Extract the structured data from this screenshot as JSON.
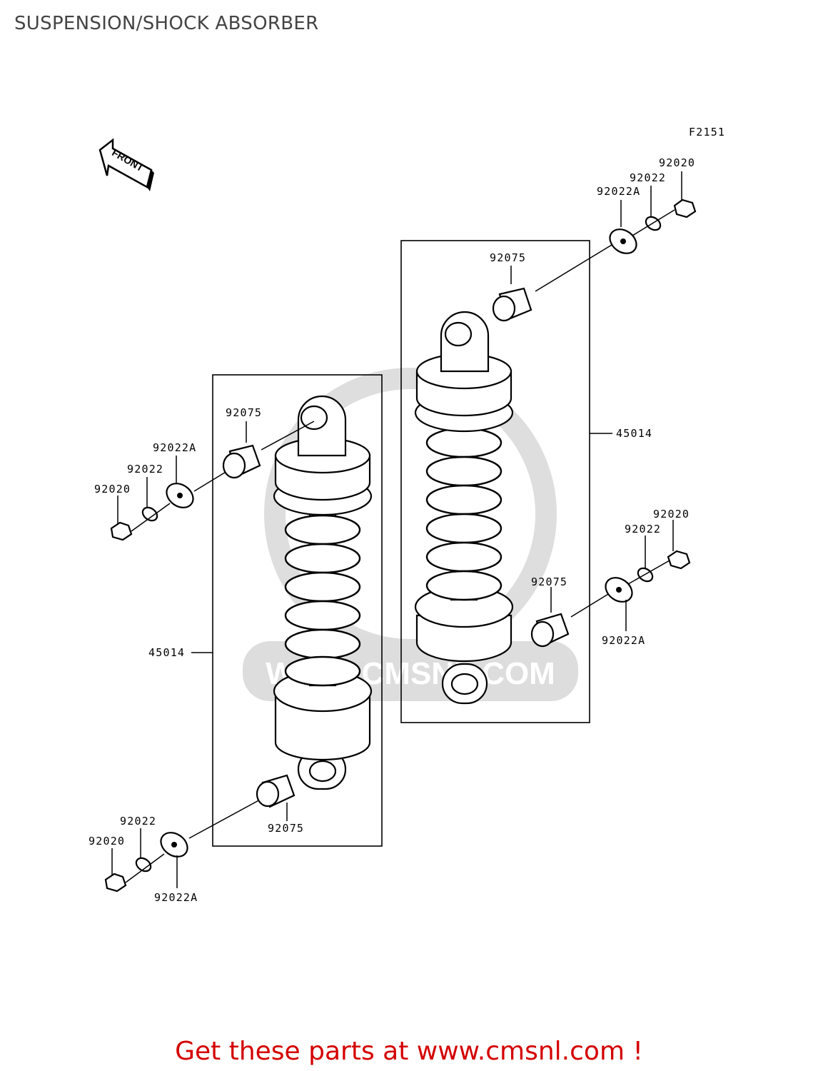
{
  "page": {
    "title": "SUSPENSION/SHOCK ABSORBER"
  },
  "diagram": {
    "figure_code": "F2151",
    "front_arrow_label": "FRONT",
    "watermark": "WWW.CMSNL.COM",
    "callouts": {
      "right_top_nut": "92020",
      "right_top_washer": "92022",
      "right_top_washer_a": "92022A",
      "right_top_bushing": "92075",
      "right_assembly": "45014",
      "right_bottom_nut": "92020",
      "right_bottom_washer": "92022",
      "right_bottom_bushing": "92075",
      "right_bottom_washer_a": "92022A",
      "left_top_bushing": "92075",
      "left_top_washer_a": "92022A",
      "left_top_washer": "92022",
      "left_top_nut": "92020",
      "left_assembly": "45014",
      "left_bottom_bushing": "92075",
      "left_bottom_washer": "92022",
      "left_bottom_nut": "92020",
      "left_bottom_washer_a": "92022A"
    }
  },
  "promo": {
    "text": "Get these parts at www.cmsnl.com !"
  }
}
